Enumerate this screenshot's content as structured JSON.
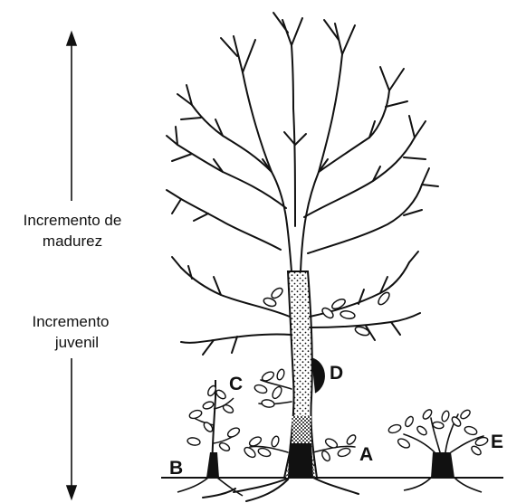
{
  "axis": {
    "maturity_line1": "Incremento de",
    "maturity_line2": "madurez",
    "juvenile_line1": "Incremento",
    "juvenile_line2": "juvenil"
  },
  "markers": {
    "a": "A",
    "b": "B",
    "c": "C",
    "d": "D",
    "e": "E"
  },
  "colors": {
    "ink": "#111111",
    "background": "#ffffff"
  }
}
